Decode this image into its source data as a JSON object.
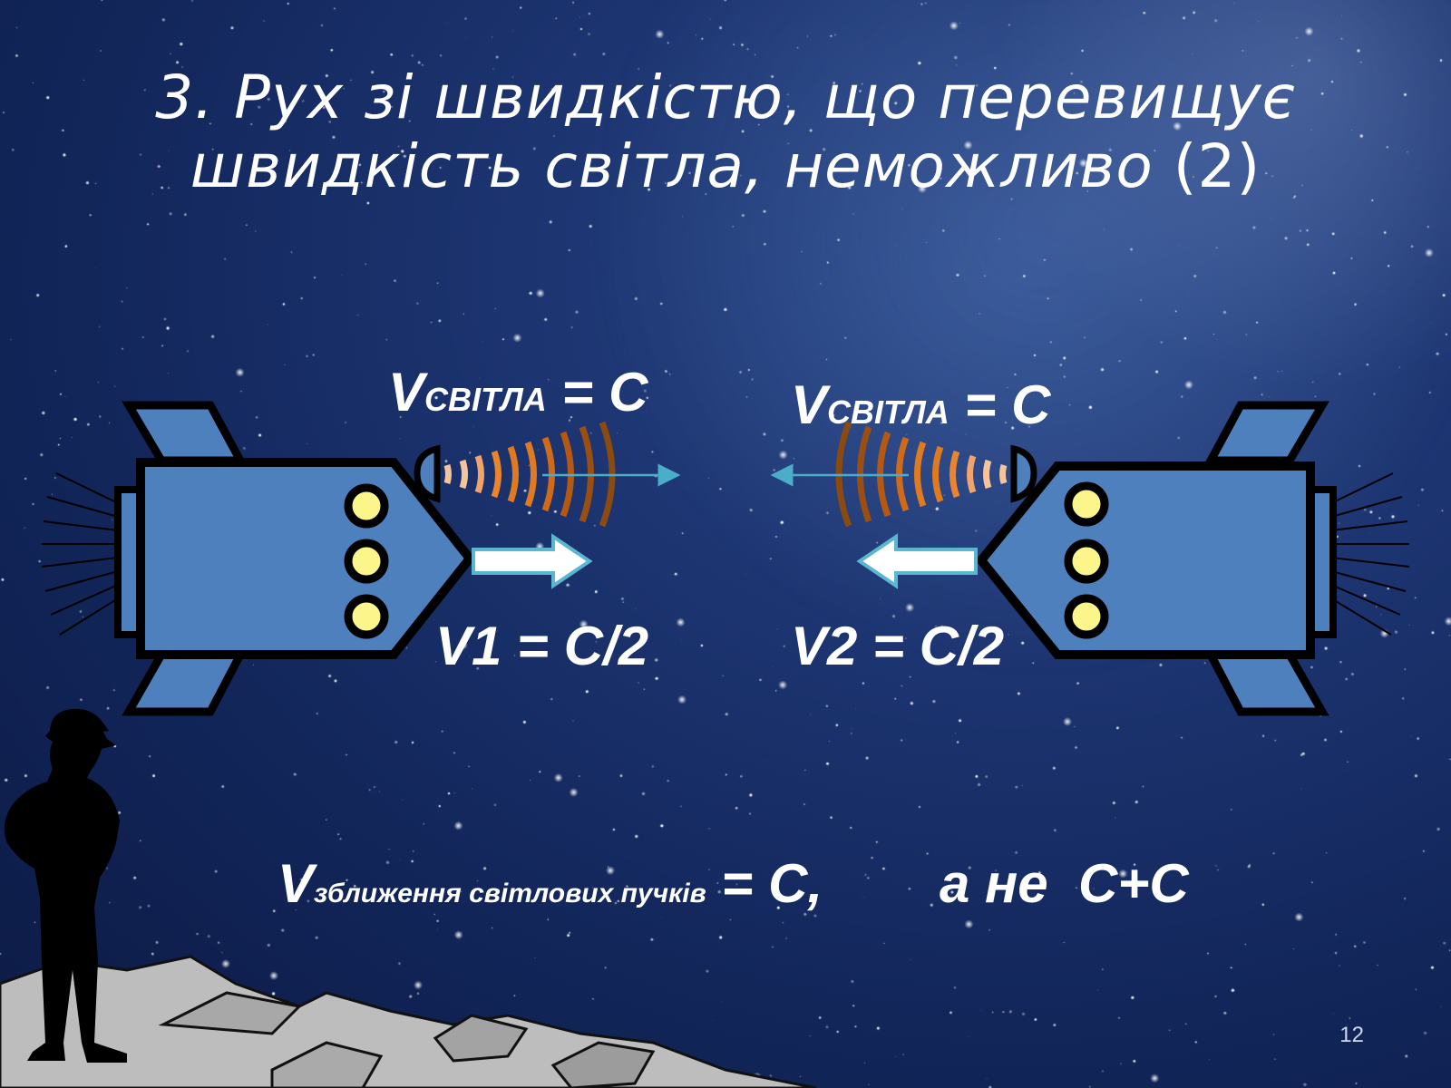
{
  "slide": {
    "title_line1": "3. Рух зі швидкістю, що перевищує",
    "title_line2": "швидкість світла, неможливо",
    "title_paren": "(2)",
    "page_number": "12"
  },
  "labels": {
    "left_light": {
      "v": "V",
      "sub": "СВІТЛА",
      "eq": " = C"
    },
    "right_light": {
      "v": "V",
      "sub": "СВІТЛА",
      "eq": " = C"
    },
    "v1": "V1 = C/2",
    "v2": "V2 = C/2",
    "approach": {
      "v": "V",
      "sub": "зближення світлових пучків",
      "eq": " = C,",
      "tail": "а не  C+C"
    }
  },
  "colors": {
    "ship_body": "#4f80be",
    "ship_outline": "#000000",
    "porthole": "#fcf58c",
    "wave_dark": "#8a4a10",
    "wave_orange": "#e07a20",
    "wave_light": "#f5c49a",
    "light_arrow": "#4aaec8",
    "motion_arrow_fill": "#ffffff",
    "motion_arrow_stroke": "#5bb7d0",
    "rock": "#b8b8b8",
    "silhouette": "#000000"
  }
}
